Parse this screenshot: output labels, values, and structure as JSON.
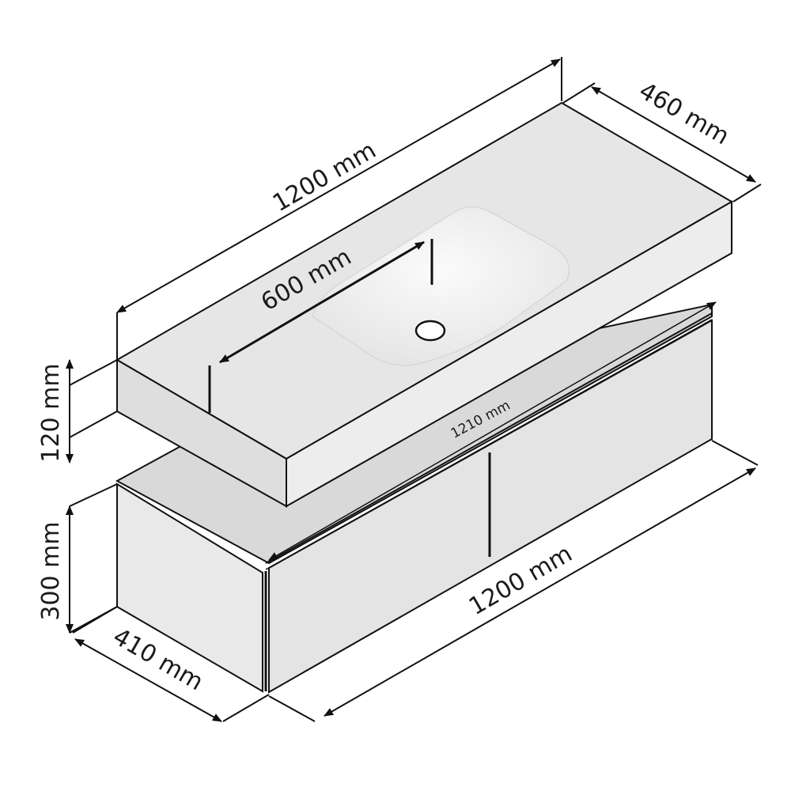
{
  "dimensions": {
    "countertop_width": "1200 mm",
    "countertop_depth": "460 mm",
    "countertop_height": "120 mm",
    "basin_width": "600 mm",
    "drawer_strip_width": "1210 mm",
    "cabinet_width": "1200 mm",
    "cabinet_height": "300 mm",
    "cabinet_depth": "410 mm"
  },
  "colors": {
    "line": "#111111",
    "countertop_top": "#e6e6e6",
    "countertop_front": "#ededed",
    "countertop_side": "#dedede",
    "basin": "#f6f6f6",
    "cabinet_front": "#e4e4e4",
    "cabinet_side": "#e9e9e9",
    "cabinet_top": "#d9d9d9"
  }
}
